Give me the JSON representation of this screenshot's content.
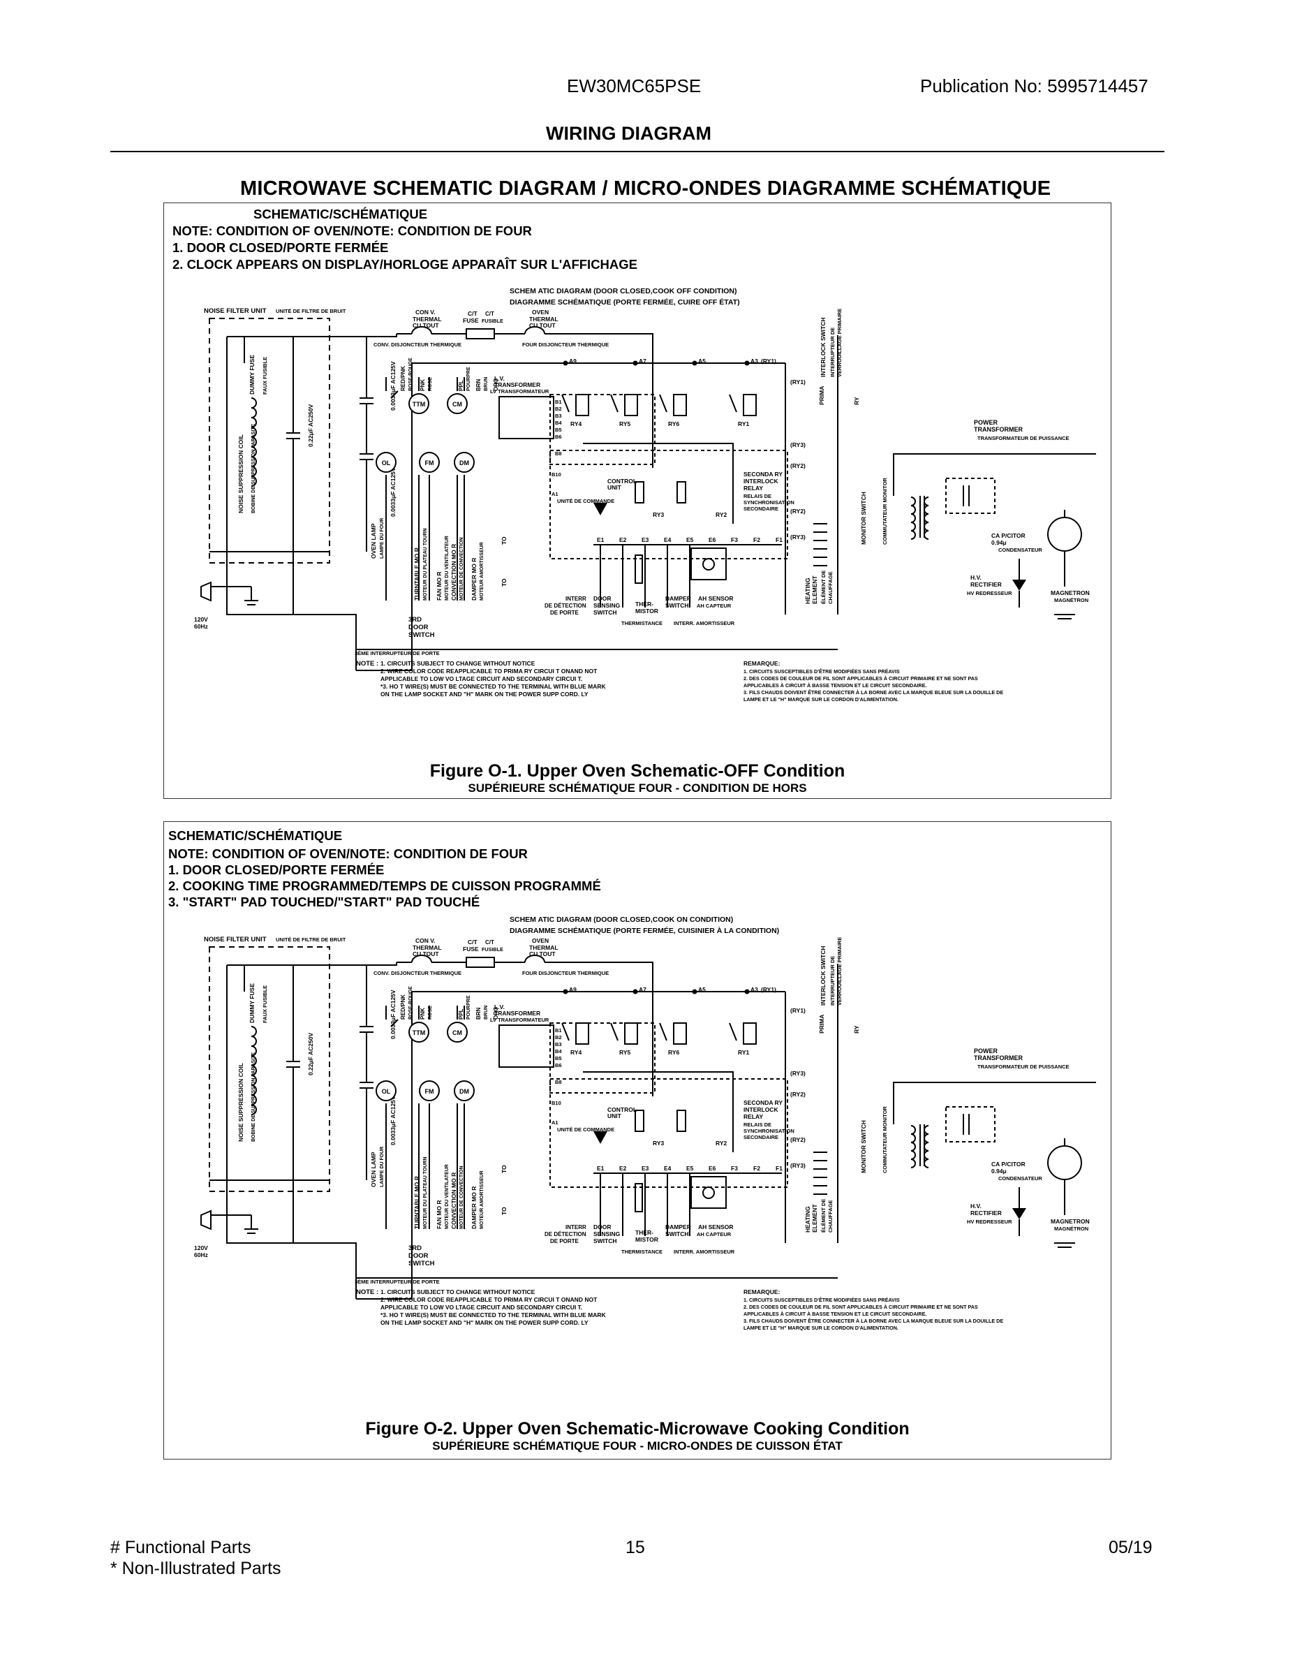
{
  "header": {
    "model": "EW30MC65PSE",
    "publication": "Publication No:  5995714457",
    "section_title": "WIRING DIAGRAM",
    "diagram_title": "MICROWAVE SCHEMATIC DIAGRAM / MICRO-ONDES DIAGRAMME SCHÉMATIQUE"
  },
  "schematic_labels": {
    "noise_filter": "NOISE FILTER UNIT",
    "noise_filter_fr": "UNITÉ DE FILTRE DE BRUIT",
    "dummy_fuse": "DUMMY FUSE",
    "faux_fusible": "FAUX FUSIBLE",
    "noise_coil": "NOISE SUPPRESSION COIL",
    "noise_coil_fr": "BOBINE DE SUPPRESSION PARASITE",
    "cap1": "0.22μF AC250V",
    "cap2": "0.0033μF AC125V",
    "conv_thermal": "CON V. THERMAL CU TOUT",
    "conv_thermal_fr": "CONV. DISJONCTEUR THERMIQUE",
    "ct_fuse": "C/T FUSE",
    "ct_fusible": "C/T FUSIBLE",
    "oven_thermal": "OVEN THERMAL CU TOUT",
    "oven_thermal_fr": "FOUR DISJONCTEUR THERMIQUE",
    "interlock": "INTERLOCK SWITCH",
    "interlock_fr": "INTERRUPTEUR DE VERROUILLAGE PRIMAIRE",
    "prima": "PRIMA",
    "ry": "RY",
    "lv_transformer": "L.V. TRANSFORMER",
    "lv_transformer_fr": "LV TRANSFORMATEUR",
    "control_unit": "CONTROL UNIT",
    "control_unit_fr": "UNITÉ DE COMMANDE",
    "second_relay": "SECONDA  RY INTERLOCK RELAY",
    "second_relay_fr": "RELAIS DE SYNCHRONISATION SECONDAIRE",
    "power_transformer": "POWER TRANSFORMER",
    "power_transformer_fr": "TRANSFORMATEUR DE PUISSANCE",
    "capacitor": "CA P/CITOR",
    "capacitor_val": "0.94μ",
    "capacitor_fr": "CONDENSATEUR",
    "hv_rectifier": "H.V. RECTIFIER",
    "hv_rectifier_fr": "HV REDRESSEUR",
    "magnetron": "MAGNETRON",
    "magnetron_fr": "MAGNÉTRON",
    "monitor_switch": "MONITOR SWITCH",
    "monitor_switch_fr": "COMMUTATEUR MONITOR",
    "heating_element": "HEATING ELEMENT",
    "heating_element_fr": "ÉLÉMENT DE CHAUFFAGE",
    "door_sensing": "DOOR SENSING SWITCH",
    "door_sensing_fr": "INTERR DE DÉTECTION DE PORTE",
    "thermistor": "THER- MISTOR",
    "thermistor_fr": "THERMISTANCE",
    "damper_switch": "DAMPER SWITCH",
    "damper_switch_fr": "INTERR. AMORTISSEUR",
    "ah_sensor": "AH SENSOR",
    "ah_sensor_fr": "AH CAPTEUR",
    "third_door": "3RD DOOR SWITCH",
    "third_door_fr": "3ÈME INTERRUPTEUR DE PORTE",
    "supply": "120V 60Hz",
    "oven_lamp": "OVEN LAMP",
    "oven_lamp_fr": "LAMPE DU FOUR",
    "turntable_motor": "TURNTABLE MO    R",
    "turntable_motor_fr": "MOTEUR DU PLATEAU TOURN",
    "fan_motor": "FAN MO    R",
    "fan_motor_fr": "MOTEUR DU VENTILATEUR",
    "convection_motor": "CONVECTION MO    R",
    "convection_motor_fr": "MOTEUR DE CONVECTION",
    "damper_motor": "DAMPER MO    R",
    "damper_motor_fr": "MOTEUR AMORTISSEUR",
    "wire_colors": [
      "RED/PNK",
      "ROSE-ROUGE",
      "PNK",
      "ROSE",
      "PPL",
      "POURPRE",
      "BRN",
      "BRUN",
      "ORG"
    ],
    "motors": [
      "TTM",
      "CM",
      "OL",
      "FM",
      "DM"
    ],
    "relays": [
      "RY4",
      "RY5",
      "RY6",
      "RY1",
      "RY3",
      "RY2"
    ],
    "terminals_top": [
      "A9",
      "A7",
      "A5",
      "A3"
    ],
    "terminals_b": [
      "B1",
      "B2",
      "B3",
      "B4",
      "B5",
      "B6",
      "B8",
      "B10",
      "A1"
    ],
    "terminals_e": [
      "E1",
      "E2",
      "E3",
      "E4",
      "E5",
      "E6",
      "F3",
      "F2",
      "F1"
    ],
    "relay_taps": [
      "(RY1)",
      "(RY1)",
      "(RY3)",
      "(RY2)",
      "(RY2)",
      "(RY3)"
    ],
    "to": "TO"
  },
  "notes": {
    "label": "NOTE :",
    "en": [
      "1.  CIRCUITS SUBJECT TO CHANGE WITHOUT NOTICE",
      "2.  WIRE COLOR CODE    REAPPLICABLE TO PRIMA  RY CIRCUI  T ONAND NOT",
      "     APPLICABLE TO LOW VO  LTAGE CIRCUIT AND SECONDARY CIRCUI  T.",
      "*3.  HO T WIRE(S) MUST BE CONNECTED TO THE TERMINAL WITH BLUE MARK",
      "     ON THE LAMP SOCKET AND \"H\" MARK ON THE POWER SUPP   CORD.   LY"
    ],
    "fr_label": "REMARQUE:",
    "fr": [
      "1. CIRCUITS SUSCEPTIBLES D'ÊTRE MODIFIÉES SANS PRÉAVIS",
      "2. DES CODES DE COULEUR DE FIL SONT APPLICABLES À CIRCUIT PRIMAIRE ET NE SONT PAS",
      "APPLICABLES À CIRCUIT À BASSE TENSION ET LE CIRCUIT SECONDAIRE.",
      "3. FILS CHAUDS DOIVENT ÊTRE CONNECTER À LA BORNE AVEC LA MARQUE BLEUE SUR LA DOUILLE DE",
      "LAMPE ET LE \"H\" MARQUE SUR LE CORDON D'ALIMENTATION."
    ]
  },
  "panel1": {
    "heading": "SCHEMATIC/SCHÉMATIQUE",
    "lines": [
      "NOTE: CONDITION OF OVEN/NOTE: CONDITION DE FOUR",
      "1.   DOOR CLOSED/PORTE FERMÉE",
      "2.   CLOCK APPEARS ON DISPLAY/HORLOGE APPARAÎT SUR L'AFFICHAGE"
    ],
    "diagram_title": "SCHEM  ATIC DIAGRAM (DOOR CLOSED,COOK OFF CONDITION)",
    "diagram_title_fr": "DIAGRAMME SCHÉMATIQUE (PORTE FERMÉE, CUIRE OFF ÉTAT)",
    "caption": "Figure O-1. Upper Oven Schematic-OFF Condition",
    "caption_fr": "SUPÉRIEURE SCHÉMATIQUE FOUR - CONDITION DE HORS"
  },
  "panel2": {
    "heading": "SCHEMATIC/SCHÉMATIQUE",
    "lines": [
      "NOTE: CONDITION OF OVEN/NOTE: CONDITION DE FOUR",
      "1.   DOOR CLOSED/PORTE FERMÉE",
      "2.   COOKING TIME PROGRAMMED/TEMPS DE CUISSON PROGRAMMÉ",
      "3.   \"START\" PAD TOUCHED/\"START\" PAD TOUCHÉ"
    ],
    "diagram_title": "SCHEM  ATIC DIAGRAM (DOOR CLOSED,COOK ON CONDITION)",
    "diagram_title_fr": "DIAGRAMME SCHÉMATIQUE (PORTE FERMÉE, CUISINIER À LA CONDITION)",
    "caption": "Figure O-2. Upper Oven Schematic-Microwave Cooking Condition",
    "caption_fr": "SUPÉRIEURE SCHÉMATIQUE FOUR - MICRO-ONDES DE CUISSON ÉTAT"
  },
  "footer": {
    "functional": "# Functional Parts",
    "non_illustrated": "* Non-Illustrated Parts",
    "page": "15",
    "date": "05/19"
  }
}
